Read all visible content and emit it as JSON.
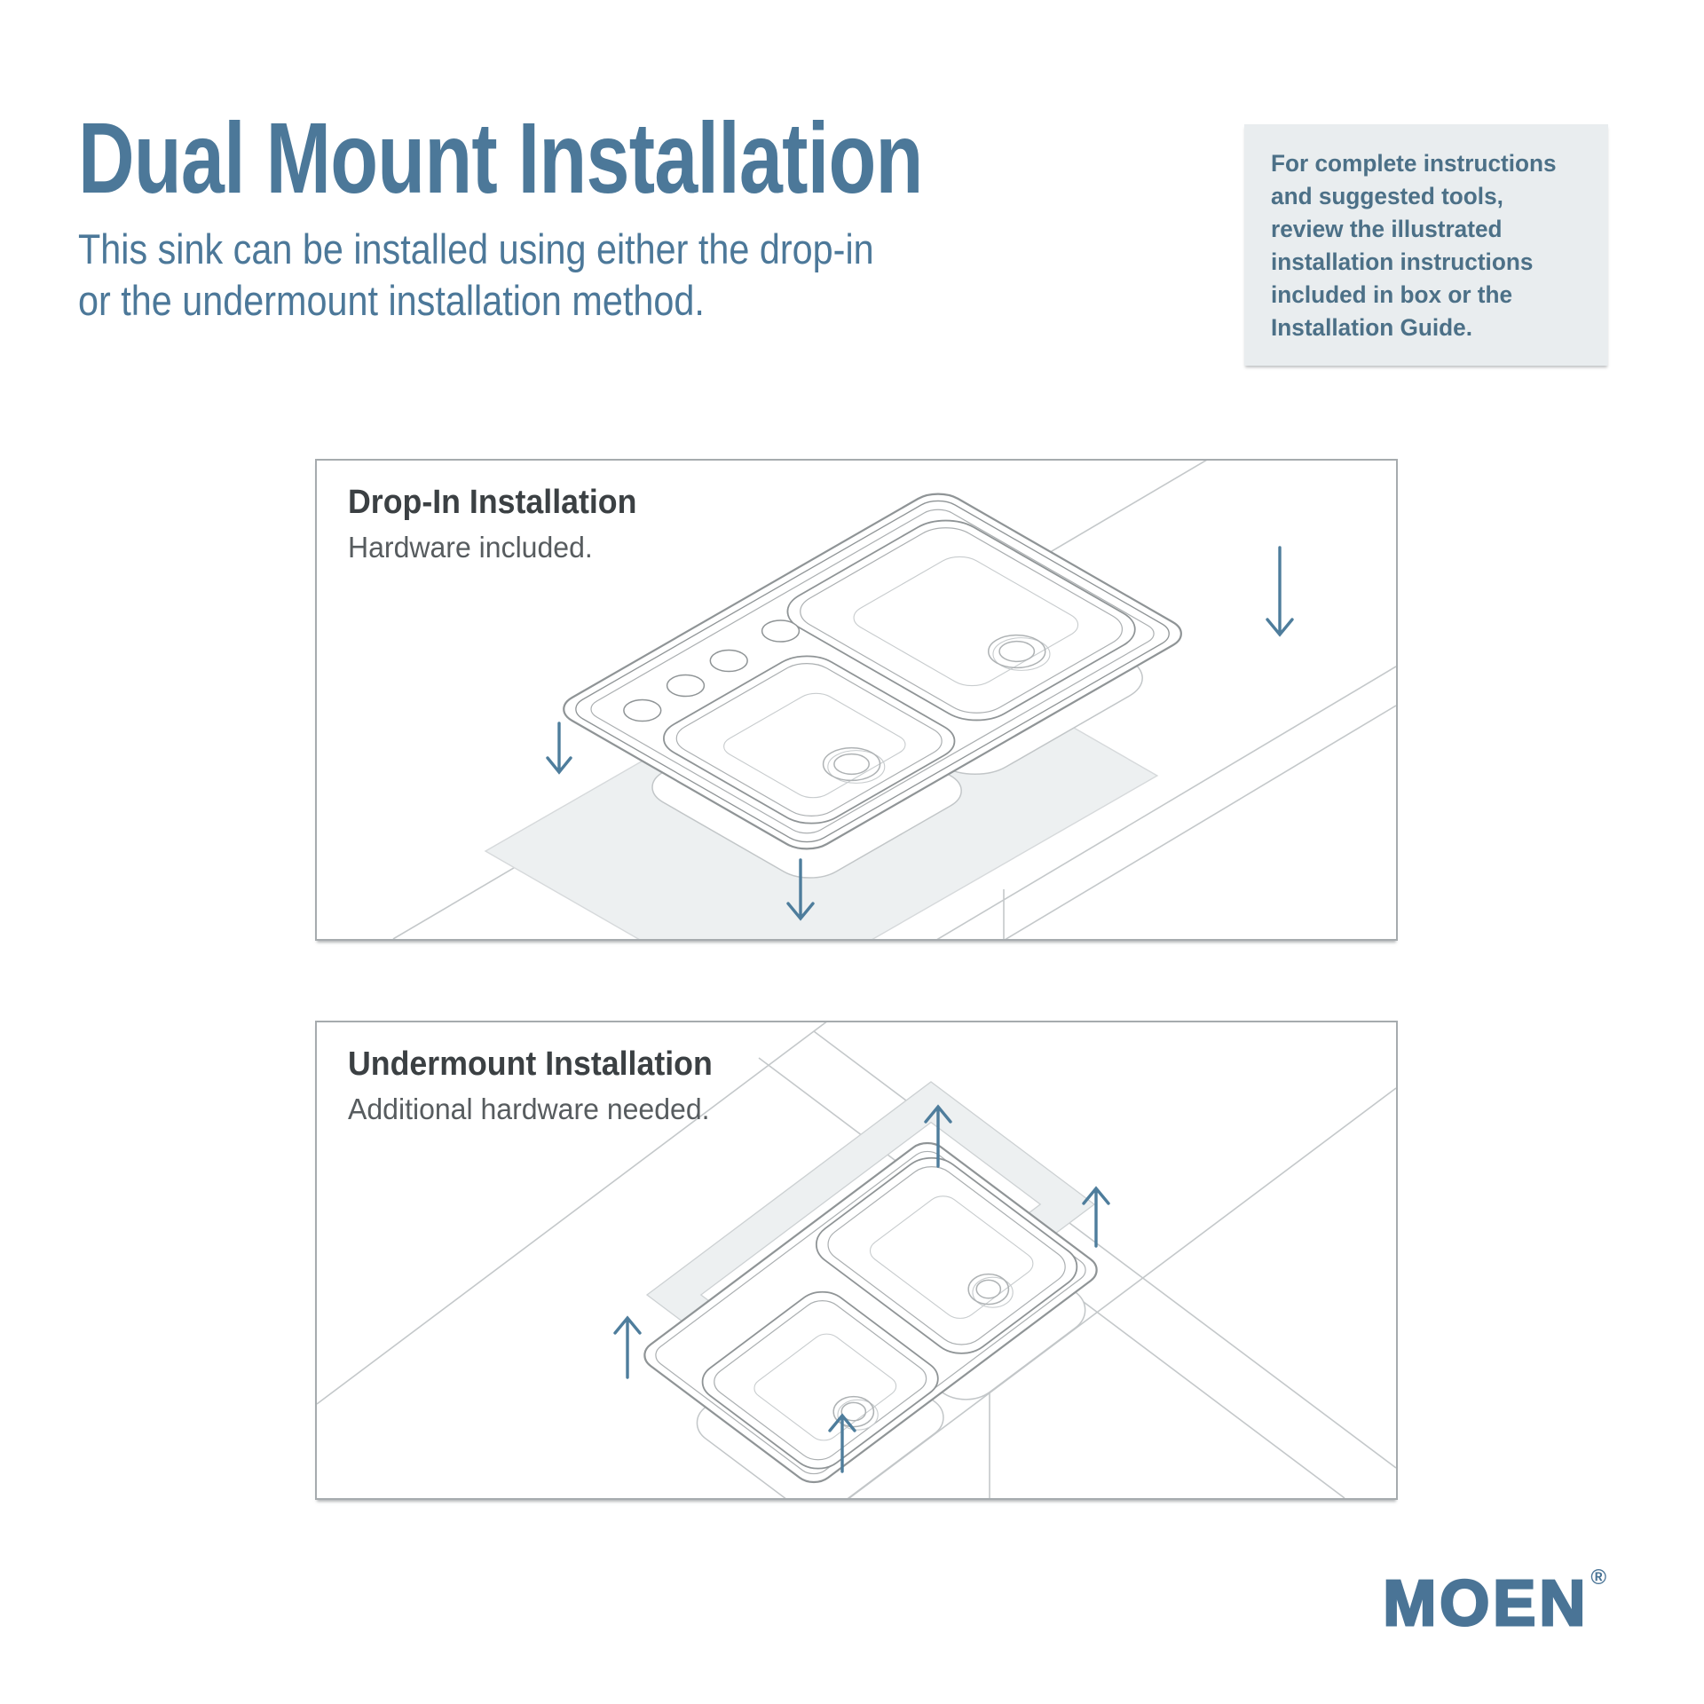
{
  "header": {
    "title": "Dual Mount Installation",
    "subtitle_lines": [
      "This sink can be installed using either the drop-in",
      "or the undermount installation method."
    ]
  },
  "note": {
    "text": "For complete instructions and suggested tools, review the illustrated installation instructions included in box or the Installation Guide."
  },
  "panels": [
    {
      "title": "Drop-In Installation",
      "subtitle": "Hardware included."
    },
    {
      "title": "Undermount Installation",
      "subtitle": "Additional hardware needed."
    }
  ],
  "brand": {
    "name": "MOEN",
    "registered": "®"
  },
  "colors": {
    "accent": "#4C7899",
    "heading_dark": "#3B4043",
    "text_gray": "#575C5F",
    "note_bg": "#E9EDEF",
    "note_text": "#4C7087",
    "panel_border": "#A6ABAE",
    "line_light": "#C4C8CA",
    "line_mid": "#8F9496",
    "fill_shade": "#EDF0F1",
    "arrow": "#4E7D9C",
    "brand": "#4A7496"
  }
}
